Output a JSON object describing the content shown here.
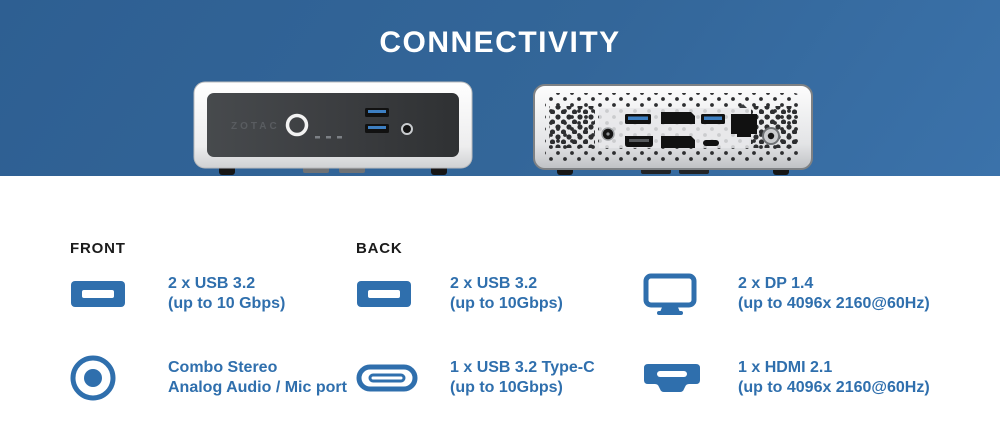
{
  "banner": {
    "title": "CONNECTIVITY",
    "bg_top_left": "#2e5f92",
    "bg_bottom_right": "#3b72aa",
    "title_color": "#ffffff"
  },
  "device": {
    "brand": "ZOTAC",
    "views": [
      "front-view",
      "back-view"
    ]
  },
  "accent_blue": "#2f6fad",
  "header_text_color": "#1b1b1b",
  "specs": {
    "columns": [
      {
        "header": "FRONT",
        "items": [
          {
            "icon": "usb-a-port-icon",
            "line1": "2 x USB 3.2",
            "line2": "(up to 10 Gbps)"
          },
          {
            "icon": "audio-jack-icon",
            "line1": "Combo Stereo",
            "line2": "Analog Audio / Mic port"
          }
        ]
      },
      {
        "header": "BACK",
        "items": [
          {
            "icon": "usb-a-port-icon",
            "line1": "2 x USB 3.2",
            "line2": "(up to 10Gbps)"
          },
          {
            "icon": "usb-c-port-icon",
            "line1": "1 x USB 3.2 Type-C",
            "line2": "(up to 10Gbps)"
          }
        ]
      },
      {
        "header": "",
        "items": [
          {
            "icon": "displayport-monitor-icon",
            "line1": "2 x DP 1.4",
            "line2": "(up to 4096x 2160@60Hz)"
          },
          {
            "icon": "hdmi-port-icon",
            "line1": "1 x HDMI 2.1",
            "line2": "(up to 4096x 2160@60Hz)"
          }
        ]
      }
    ]
  }
}
